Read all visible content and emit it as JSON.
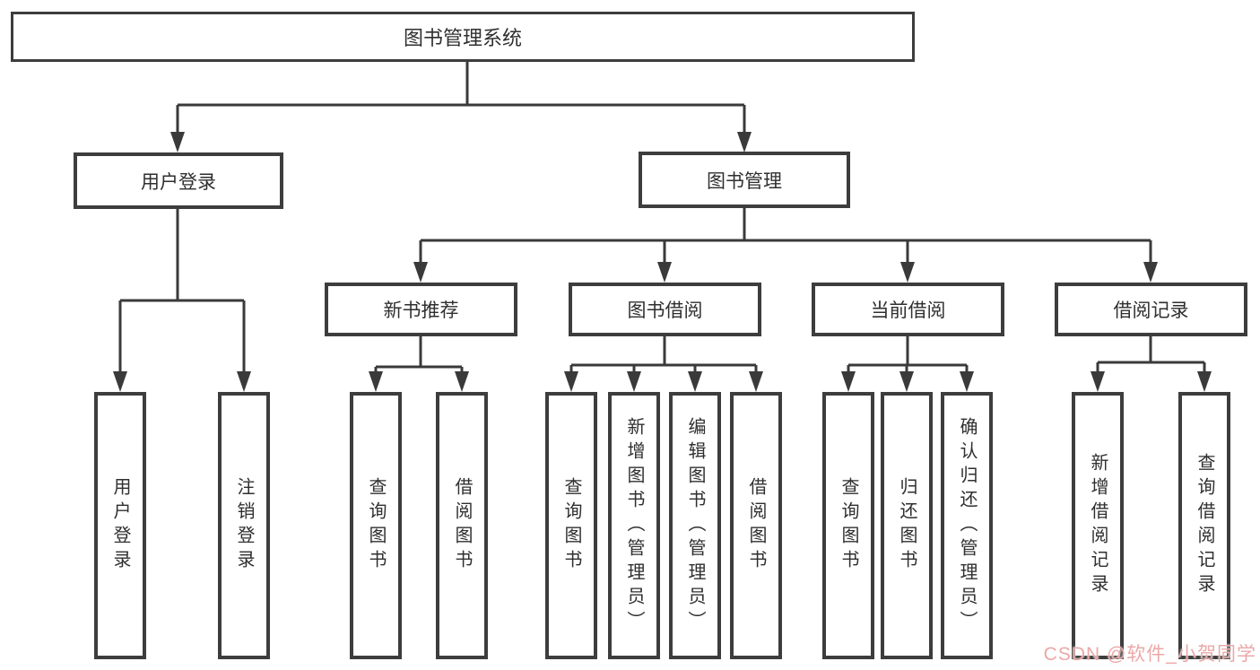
{
  "colors": {
    "line": "#3a3a3a",
    "box_border": "#3d3d3d",
    "text": "#2f2f2f",
    "watermark_color": "#eba8a8",
    "background": "#ffffff"
  },
  "tree": {
    "root_label": "图书管理系统",
    "branches": [
      {
        "label": "用户登录",
        "children": [
          {
            "label": "用户登录"
          },
          {
            "label": "注销登录"
          }
        ]
      },
      {
        "label": "图书管理",
        "children": [
          {
            "label": "新书推荐",
            "children": [
              {
                "label": "查询图书"
              },
              {
                "label": "借阅图书"
              }
            ]
          },
          {
            "label": "图书借阅",
            "children": [
              {
                "label": "查询图书"
              },
              {
                "label": "新增图书（管理员）"
              },
              {
                "label": "编辑图书（管理员）"
              },
              {
                "label": "借阅图书"
              }
            ]
          },
          {
            "label": "当前借阅",
            "children": [
              {
                "label": "查询图书"
              },
              {
                "label": "归还图书"
              },
              {
                "label": "确认归还（管理员）"
              }
            ]
          },
          {
            "label": "借阅记录",
            "children": [
              {
                "label": "新增借阅记录"
              },
              {
                "label": "查询借阅记录"
              }
            ]
          }
        ]
      }
    ]
  },
  "watermark": {
    "text": "CSDN @软件_小贺同学"
  }
}
